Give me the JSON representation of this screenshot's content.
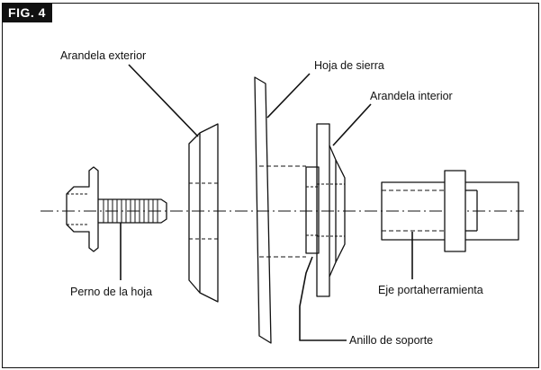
{
  "figure": {
    "tag": "FIG. 4",
    "labels": {
      "outer_washer": "Arandela exterior",
      "saw_blade": "Hoja de sierra",
      "inner_washer": "Arandela interior",
      "blade_bolt": "Perno de la hoja",
      "arbor": "Eje portaherramienta",
      "support_ring": "Anillo de soporte"
    }
  }
}
